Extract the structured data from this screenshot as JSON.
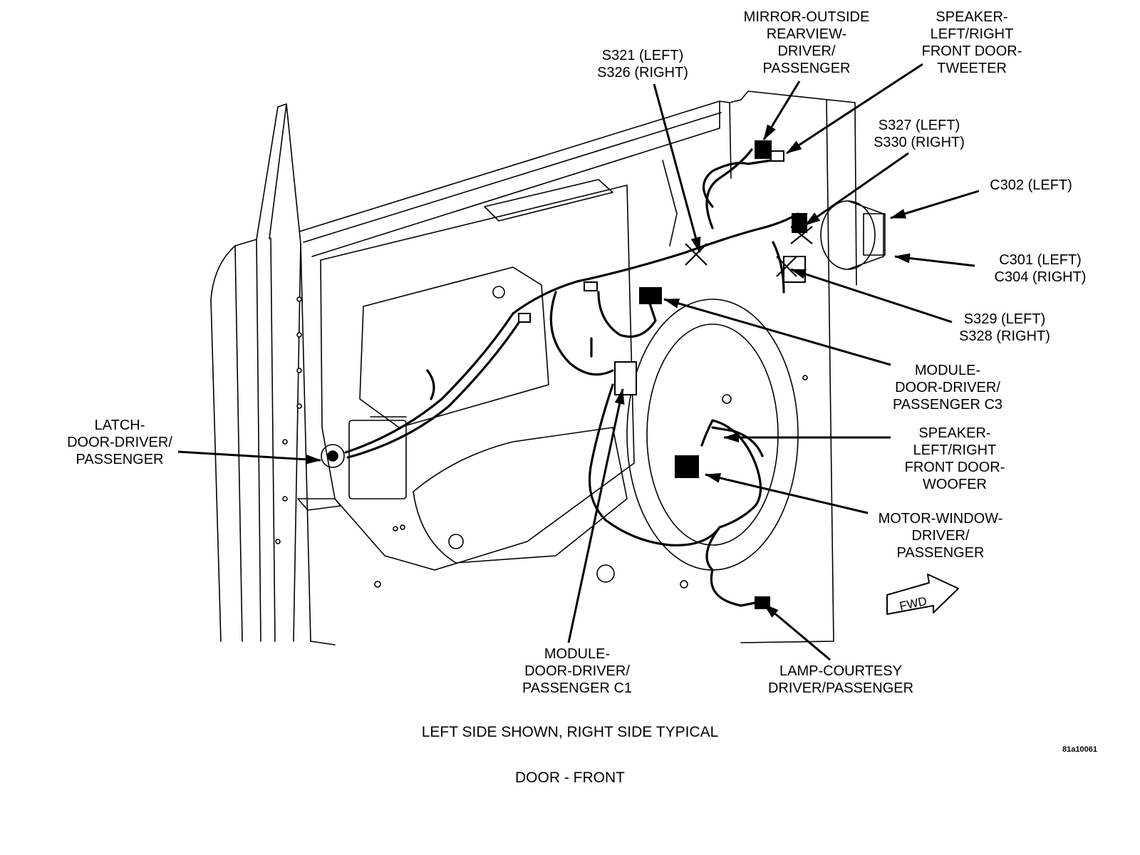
{
  "callouts": {
    "s321_s326": "S321 (LEFT)\nS326 (RIGHT)",
    "mirror": "MIRROR-OUTSIDE\nREARVIEW-\nDRIVER/\nPASSENGER",
    "tweeter": "SPEAKER-\nLEFT/RIGHT\nFRONT DOOR-\nTWEETER",
    "s327_s330": "S327 (LEFT)\nS330 (RIGHT)",
    "c302": "C302 (LEFT)",
    "c301_c304": "C301 (LEFT)\nC304 (RIGHT)",
    "s329_s328": "S329 (LEFT)\nS328 (RIGHT)",
    "module_c3": "MODULE-\nDOOR-DRIVER/\nPASSENGER C3",
    "woofer": "SPEAKER-\nLEFT/RIGHT\nFRONT DOOR-\nWOOFER",
    "motor_window": "MOTOR-WINDOW-\nDRIVER/\nPASSENGER",
    "latch": "LATCH-\nDOOR-DRIVER/\nPASSENGER",
    "module_c1": "MODULE-\nDOOR-DRIVER/\nPASSENGER C1",
    "lamp": "LAMP-COURTESY\nDRIVER/PASSENGER"
  },
  "fwd_label": "FWD",
  "caption": "LEFT SIDE SHOWN, RIGHT SIDE TYPICAL",
  "figure_code": "81a10061",
  "title": "DOOR - FRONT",
  "colors": {
    "ink": "#000000",
    "background": "#ffffff"
  }
}
